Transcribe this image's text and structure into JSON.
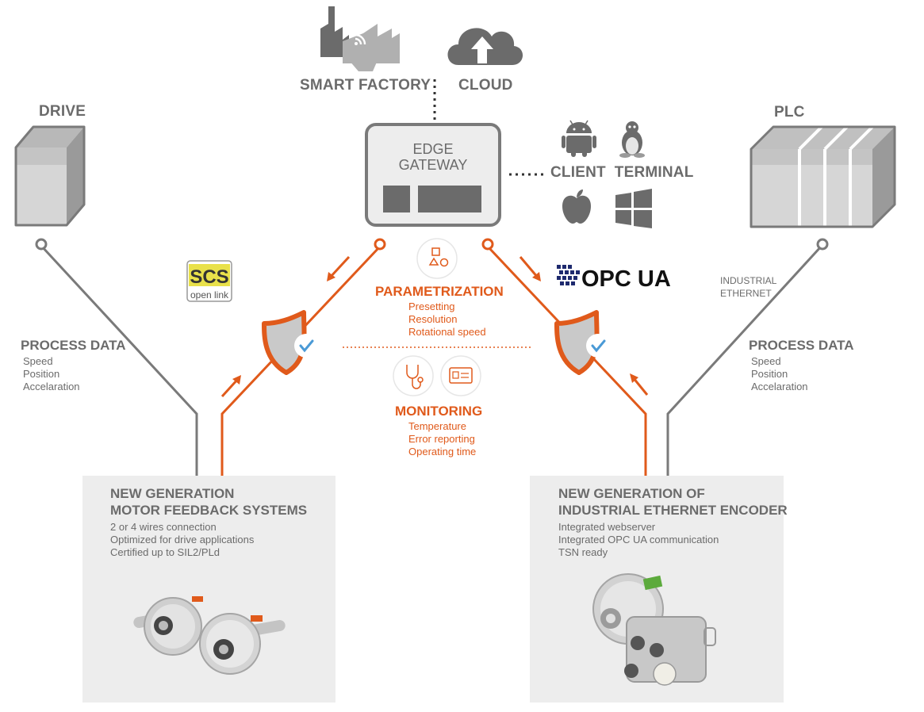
{
  "top": {
    "smart_factory": "SMART FACTORY",
    "cloud": "CLOUD"
  },
  "gateway": {
    "line1": "EDGE",
    "line2": "GATEWAY"
  },
  "client_terminal": "CLIENT  TERMINAL",
  "left": {
    "drive": "DRIVE",
    "process_title": "PROCESS DATA",
    "process_items": [
      "Speed",
      "Position",
      "Accelaration"
    ],
    "scs_logo": {
      "top": "SCS",
      "bottom": "open link"
    }
  },
  "right": {
    "plc": "PLC",
    "industrial_ethernet": [
      "INDUSTRIAL",
      "ETHERNET"
    ],
    "process_title": "PROCESS DATA",
    "process_items": [
      "Speed",
      "Position",
      "Accelaration"
    ],
    "opcua_logo": "OPC UA"
  },
  "center": {
    "parametrization_title": "PARAMETRIZATION",
    "parametrization_items": [
      "Presetting",
      "Resolution",
      "Rotational speed"
    ],
    "monitoring_title": "MONITORING",
    "monitoring_items": [
      "Temperature",
      "Error reporting",
      "Operating time"
    ]
  },
  "panel_left": {
    "title": [
      "NEW GENERATION",
      "MOTOR FEEDBACK SYSTEMS"
    ],
    "items": [
      "2 or 4 wires connection",
      "Optimized for drive applications",
      "Certified up to SIL2/PLd"
    ]
  },
  "panel_right": {
    "title": [
      "NEW GENERATION OF",
      "INDUSTRIAL ETHERNET ENCODER"
    ],
    "items": [
      "Integrated webserver",
      "Integrated OPC UA communication",
      "TSN ready"
    ]
  },
  "colors": {
    "orange": "#e05a1b",
    "grey": "#6b6b6b",
    "light_grey": "#d0d0d0",
    "panel": "#ededed",
    "check": "#4a9ad6"
  },
  "icons": [
    "factory-icon",
    "cloud-upload-icon",
    "android-icon",
    "linux-icon",
    "apple-icon",
    "windows-icon",
    "drive-icon",
    "plc-icon",
    "shield-check-icon",
    "shapes-icon",
    "stethoscope-icon",
    "id-card-icon",
    "encoder-image"
  ]
}
